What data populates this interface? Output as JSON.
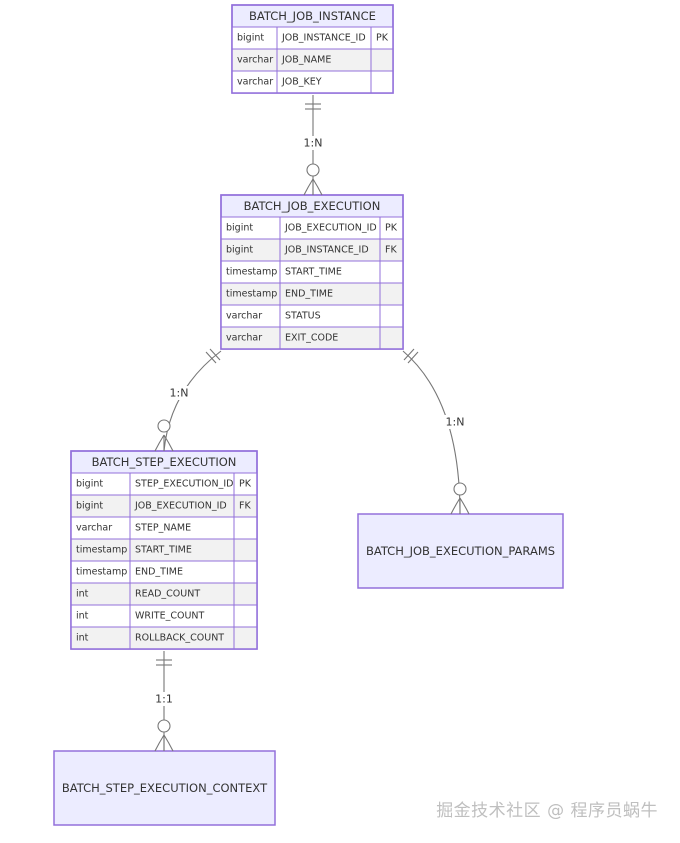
{
  "entities": [
    {
      "id": "BATCH_JOB_INSTANCE",
      "name": "BATCH_JOB_INSTANCE",
      "attributes": [
        {
          "type": "bigint",
          "name": "JOB_INSTANCE_ID",
          "key": "PK"
        },
        {
          "type": "varchar",
          "name": "JOB_NAME",
          "key": ""
        },
        {
          "type": "varchar",
          "name": "JOB_KEY",
          "key": ""
        }
      ]
    },
    {
      "id": "BATCH_JOB_EXECUTION",
      "name": "BATCH_JOB_EXECUTION",
      "attributes": [
        {
          "type": "bigint",
          "name": "JOB_EXECUTION_ID",
          "key": "PK"
        },
        {
          "type": "bigint",
          "name": "JOB_INSTANCE_ID",
          "key": "FK"
        },
        {
          "type": "timestamp",
          "name": "START_TIME",
          "key": ""
        },
        {
          "type": "timestamp",
          "name": "END_TIME",
          "key": ""
        },
        {
          "type": "varchar",
          "name": "STATUS",
          "key": ""
        },
        {
          "type": "varchar",
          "name": "EXIT_CODE",
          "key": ""
        }
      ]
    },
    {
      "id": "BATCH_STEP_EXECUTION",
      "name": "BATCH_STEP_EXECUTION",
      "attributes": [
        {
          "type": "bigint",
          "name": "STEP_EXECUTION_ID",
          "key": "PK"
        },
        {
          "type": "bigint",
          "name": "JOB_EXECUTION_ID",
          "key": "FK"
        },
        {
          "type": "varchar",
          "name": "STEP_NAME",
          "key": ""
        },
        {
          "type": "timestamp",
          "name": "START_TIME",
          "key": ""
        },
        {
          "type": "timestamp",
          "name": "END_TIME",
          "key": ""
        },
        {
          "type": "int",
          "name": "READ_COUNT",
          "key": ""
        },
        {
          "type": "int",
          "name": "WRITE_COUNT",
          "key": ""
        },
        {
          "type": "int",
          "name": "ROLLBACK_COUNT",
          "key": ""
        }
      ]
    },
    {
      "id": "BATCH_JOB_EXECUTION_PARAMS",
      "name": "BATCH_JOB_EXECUTION_PARAMS",
      "attributes": []
    },
    {
      "id": "BATCH_STEP_EXECUTION_CONTEXT",
      "name": "BATCH_STEP_EXECUTION_CONTEXT",
      "attributes": []
    }
  ],
  "relationships": [
    {
      "from": "BATCH_JOB_INSTANCE",
      "to": "BATCH_JOB_EXECUTION",
      "label": "1:N"
    },
    {
      "from": "BATCH_JOB_EXECUTION",
      "to": "BATCH_STEP_EXECUTION",
      "label": "1:N"
    },
    {
      "from": "BATCH_JOB_EXECUTION",
      "to": "BATCH_JOB_EXECUTION_PARAMS",
      "label": "1:N"
    },
    {
      "from": "BATCH_STEP_EXECUTION",
      "to": "BATCH_STEP_EXECUTION_CONTEXT",
      "label": "1:1"
    }
  ],
  "watermark": "掘金技术社区 @ 程序员蜗牛"
}
